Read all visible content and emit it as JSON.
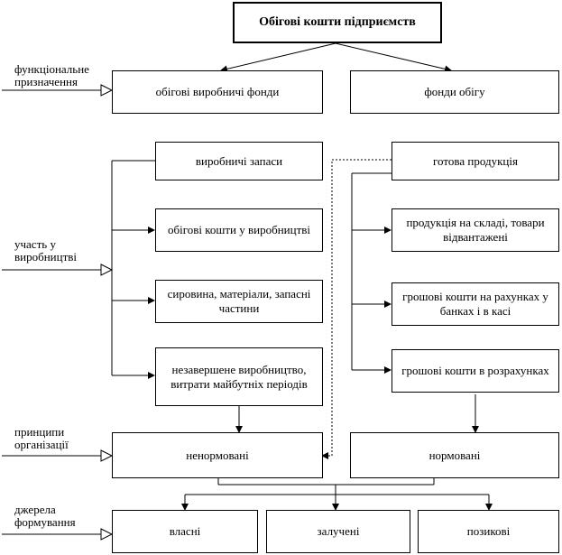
{
  "title": "Обігові кошти підприємств",
  "levels": [
    {
      "label_lines": [
        "функціональне",
        "призначення"
      ],
      "boxes": [
        "обігові виробничі фонди",
        "фонди обігу"
      ]
    },
    {
      "label_lines": [
        "участь у",
        "виробництві"
      ],
      "left_column": [
        "виробничі запаси",
        "обігові кошти у виробництві",
        "сировина, матеріали, запасні частини",
        "незавершене виробництво, витрати майбутніх періодів"
      ],
      "right_column": [
        "готова продукція",
        "продукція на складі, товари відвантажені",
        "грошові кошти на рахунках у банках і в касі",
        "грошові кошти в розрахунках"
      ]
    },
    {
      "label_lines": [
        "принципи",
        "організації"
      ],
      "boxes": [
        "ненормовані",
        "нормовані"
      ]
    },
    {
      "label_lines": [
        "джерела",
        "формування"
      ],
      "boxes": [
        "власні",
        "залучені",
        "позикові"
      ]
    }
  ]
}
